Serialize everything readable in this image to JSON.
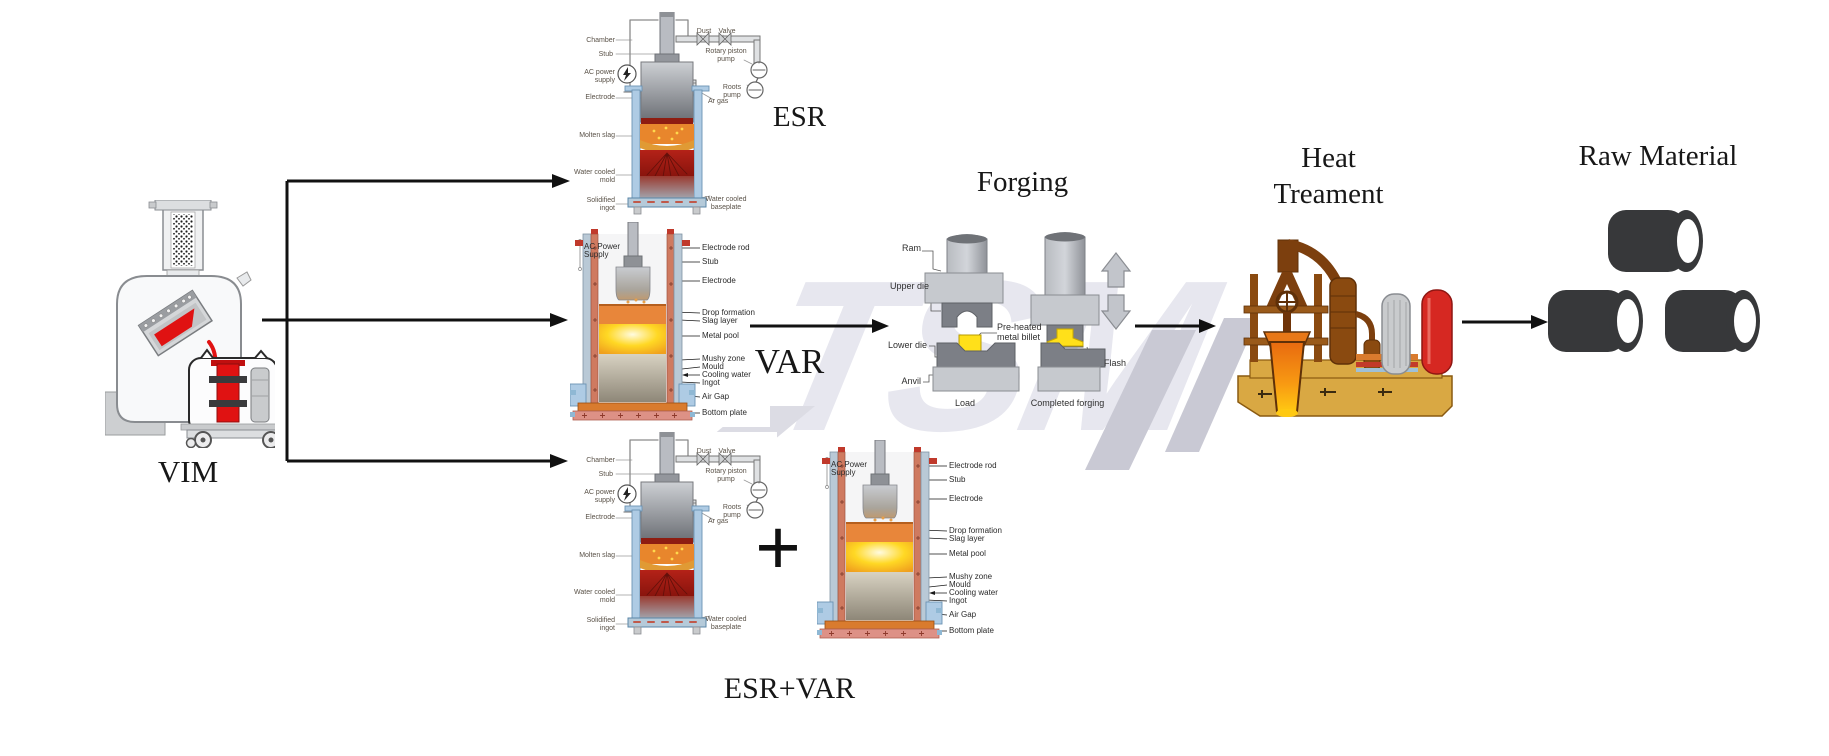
{
  "watermark": {
    "text": "TSM"
  },
  "vim": {
    "label": "VIM"
  },
  "esr": {
    "label": "ESR",
    "left_labels": [
      "Chamber",
      "Stub",
      "AC power supply",
      "Electrode",
      "Molten slag",
      "Water cooled mold",
      "Solidified ingot"
    ],
    "right_labels": [
      "Dust",
      "Valve",
      "Rotary piston pump",
      "Roots pump",
      "Ar gas",
      "Water cooled baseplate"
    ]
  },
  "var": {
    "label": "VAR",
    "power_label": "AC Power Supply",
    "right_labels": [
      "Electrode rod",
      "Stub",
      "Electrode",
      "Drop formation",
      "Slag layer",
      "Metal pool",
      "Mushy zone",
      "Mould",
      "Cooling water",
      "Ingot",
      "Air Gap",
      "Bottom plate"
    ]
  },
  "esr_var": {
    "label": "ESR+VAR",
    "plus_sign": "+"
  },
  "forging": {
    "label": "Forging",
    "parts": {
      "ram": "Ram",
      "upper_die": "Upper die",
      "preheated_billet": "Pre-heated metal billet",
      "lower_die": "Lower die",
      "flash": "Flash",
      "anvil": "Anvil",
      "load": "Load",
      "completed": "Completed forging"
    }
  },
  "heat_treatment": {
    "label_line1": "Heat",
    "label_line2": "Treament"
  },
  "raw_material": {
    "label": "Raw Material"
  },
  "colors": {
    "arrow": "#111111",
    "slag_orange": "#e8862c",
    "melt_red": "#e01212",
    "pool_yellow": "#ffd824",
    "billet_yellow": "#ffe01a",
    "base_tan": "#d9a843",
    "cylinder_dark": "#37383a",
    "watermark_grey": "#e7e7ef"
  }
}
